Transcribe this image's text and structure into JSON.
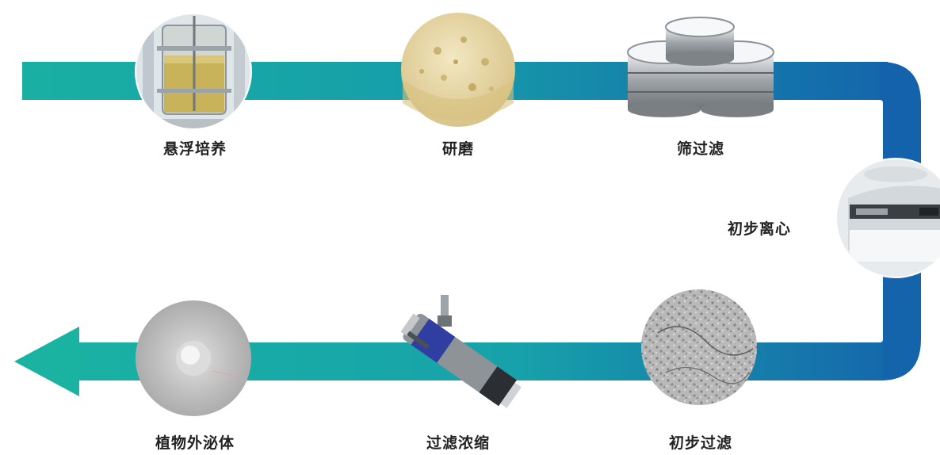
{
  "steps": [
    {
      "id": "suspension-culture",
      "label": "悬浮培养",
      "icon": "bioreactor-icon"
    },
    {
      "id": "grinding",
      "label": "研磨",
      "icon": "ground-paste-icon"
    },
    {
      "id": "sieve-filtration",
      "label": "筛过滤",
      "icon": "sieve-stack-icon"
    },
    {
      "id": "initial-centrifugation",
      "label": "初步离心",
      "icon": "centrifuge-icon"
    },
    {
      "id": "initial-filtration",
      "label": "初步过滤",
      "icon": "filter-membrane-icon"
    },
    {
      "id": "filtration-concentration",
      "label": "过滤浓缩",
      "icon": "hollow-fiber-cartridge-icon"
    },
    {
      "id": "plant-exosomes",
      "label": "植物外泌体",
      "icon": "exosome-icon"
    }
  ],
  "colors": {
    "teal": "#1aada4",
    "blue": "#1560a8",
    "label": "#222222"
  }
}
